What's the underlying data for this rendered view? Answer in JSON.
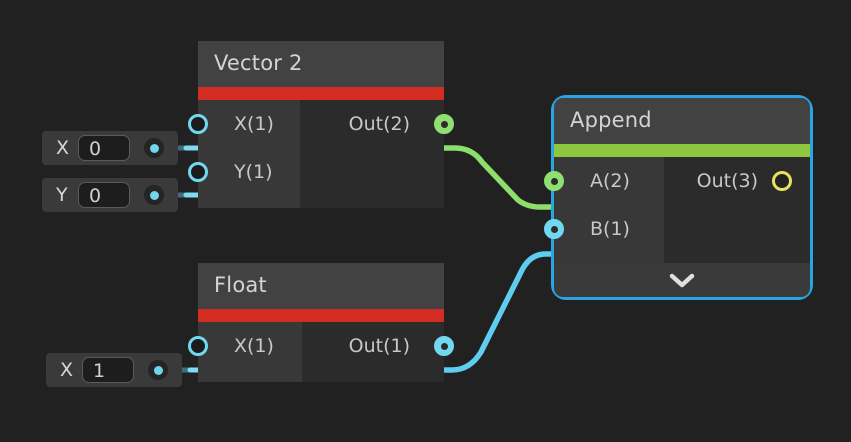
{
  "canvas": {
    "background": "#212121",
    "selection_color": "#29a5e3"
  },
  "nodes": [
    {
      "id": "vector2",
      "title": "Vector 2",
      "accent_color": "#d32c22",
      "selected": false,
      "inputs": [
        {
          "label": "X(1)",
          "port_style": "hollow-cyan"
        },
        {
          "label": "Y(1)",
          "port_style": "hollow-cyan"
        }
      ],
      "outputs": [
        {
          "label": "Out(2)",
          "port_style": "filled-green"
        }
      ]
    },
    {
      "id": "float",
      "title": "Float",
      "accent_color": "#d32c22",
      "selected": false,
      "inputs": [
        {
          "label": "X(1)",
          "port_style": "hollow-cyan"
        }
      ],
      "outputs": [
        {
          "label": "Out(1)",
          "port_style": "filled-cyan"
        }
      ]
    },
    {
      "id": "append",
      "title": "Append",
      "accent_color": "#8ec63f",
      "selected": true,
      "inputs": [
        {
          "label": "A(2)",
          "port_style": "filled-green"
        },
        {
          "label": "B(1)",
          "port_style": "filled-cyan"
        }
      ],
      "outputs": [
        {
          "label": "Out(3)",
          "port_style": "hollow-yellow"
        }
      ],
      "expander_icon": "chevron-down-icon"
    }
  ],
  "widgets": [
    {
      "id": "vector2-x",
      "label": "X",
      "value": "0"
    },
    {
      "id": "vector2-y",
      "label": "Y",
      "value": "0"
    },
    {
      "id": "float-x",
      "label": "X",
      "value": "1"
    }
  ],
  "wires": [
    {
      "id": "vector2-out-to-append-a",
      "color": "#8ede6b",
      "from": "vector2.Out(2)",
      "to": "append.A(2)"
    },
    {
      "id": "float-out-to-append-b",
      "color": "#5fcdf0",
      "from": "float.Out(1)",
      "to": "append.B(1)"
    },
    {
      "id": "widget-vector2-x-wire",
      "color": "#7fdcf0",
      "from": "vector2-x",
      "to": "vector2.X(1)"
    },
    {
      "id": "widget-vector2-y-wire",
      "color": "#7fdcf0",
      "from": "vector2-y",
      "to": "vector2.Y(1)"
    },
    {
      "id": "widget-float-x-wire",
      "color": "#7fdcf0",
      "from": "float-x",
      "to": "float.X(1)"
    }
  ]
}
